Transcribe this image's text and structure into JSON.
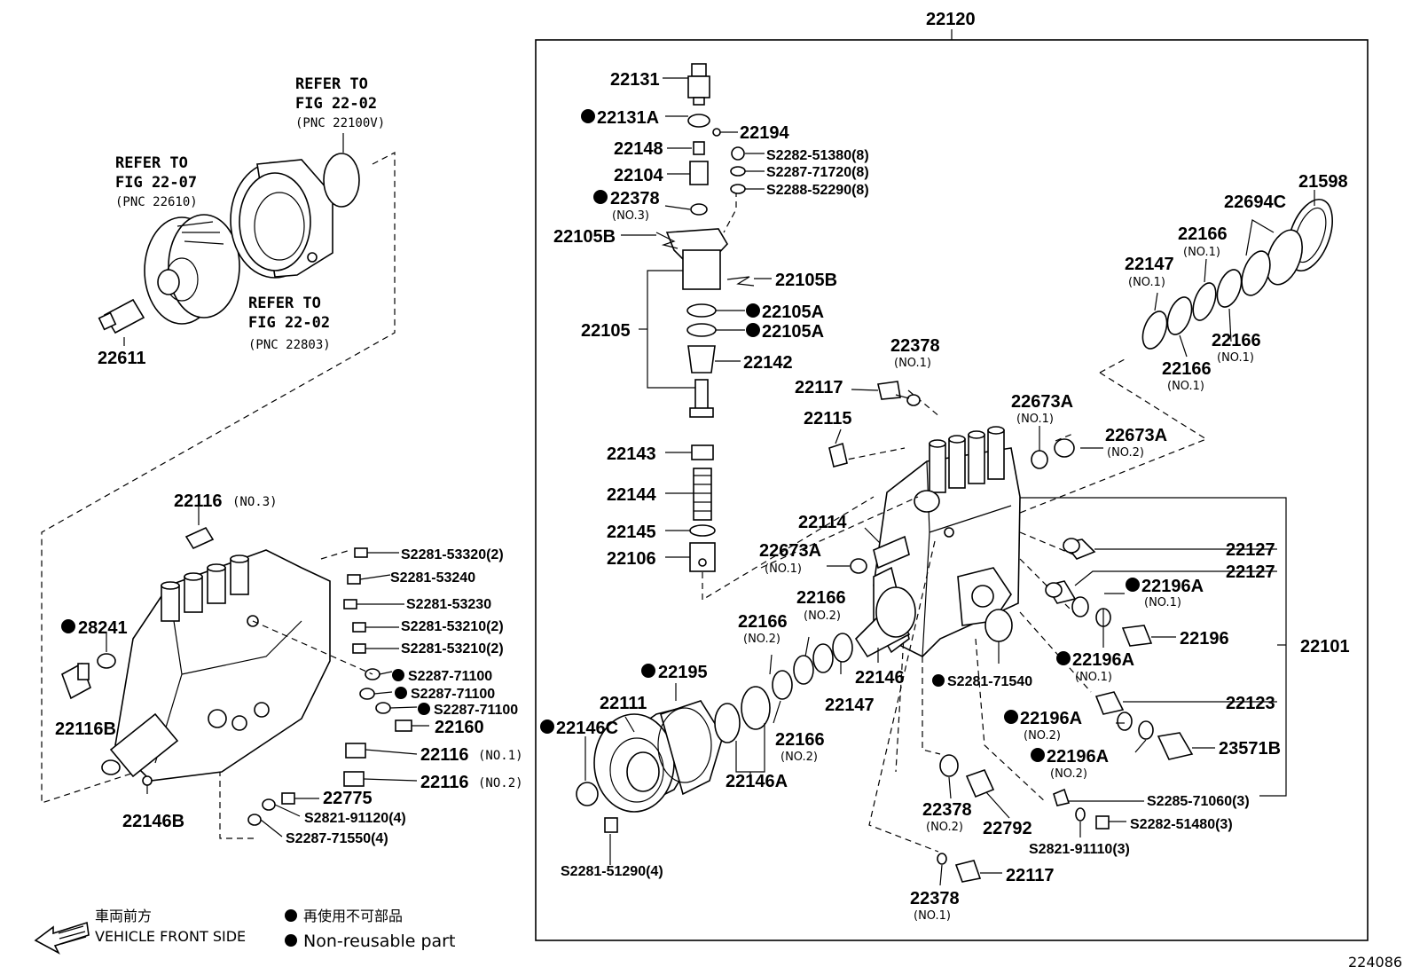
{
  "diagram": {
    "assembly_number": "22120",
    "sub_assembly_number": "22101",
    "figure_code": "224086",
    "refers": [
      {
        "line1": "REFER TO",
        "line2": "FIG 22-02",
        "line3": "(PNC 22100V)"
      },
      {
        "line1": "REFER TO",
        "line2": "FIG 22-07",
        "line3": "(PNC 22610)"
      },
      {
        "line1": "REFER TO",
        "line2": "FIG 22-02",
        "line3": "(PNC 22803)"
      }
    ],
    "labels_left": {
      "p22611": "22611",
      "p22116_3": "22116",
      "p22116_3_sub": "(NO.3)",
      "p28241": "28241",
      "p22116B": "22116B",
      "p22146B": "22146B",
      "s53320": "S2281-53320(2)",
      "s53240": "S2281-53240",
      "s53230": "S2281-53230",
      "s53210a": "S2281-53210(2)",
      "s53210b": "S2281-53210(2)",
      "s71100a": "S2287-71100",
      "s71100b": "S2287-71100",
      "s71100c": "S2287-71100",
      "p22160": "22160",
      "p22116_1": "22116",
      "p22116_1_sub": "(NO.1)",
      "p22116_2": "22116",
      "p22116_2_sub": "(NO.2)",
      "p22775": "22775",
      "s91120": "S2821-91120(4)",
      "s71550": "S2287-71550(4)"
    },
    "labels_main": {
      "p22131": "22131",
      "p22131A": "22131A",
      "p22194": "22194",
      "p22148": "22148",
      "s51380": "S2282-51380(8)",
      "p22104": "22104",
      "s71720": "S2287-71720(8)",
      "s52290": "S2288-52290(8)",
      "p22378_3": "22378",
      "p22378_3_sub": "(NO.3)",
      "p22105B_l": "22105B",
      "p22105B_r": "22105B",
      "p22105A_1": "22105A",
      "p22105A_2": "22105A",
      "p22105": "22105",
      "p22142": "22142",
      "p22143": "22143",
      "p22144": "22144",
      "p22145": "22145",
      "p22106": "22106",
      "p22378_1a": "22378",
      "p22378_1a_sub": "(NO.1)",
      "p22117_a": "22117",
      "p22115": "22115",
      "p22673A_1": "22673A",
      "p22673A_1_sub": "(NO.1)",
      "p22673A_2": "22673A",
      "p22673A_2_sub": "(NO.2)",
      "p22114": "22114",
      "p22673A_3": "22673A",
      "p22673A_3_sub": "(NO.1)",
      "p21598": "21598",
      "p22694C": "22694C",
      "p22166_a": "22166",
      "p22166_a_sub": "(NO.1)",
      "p22147_a": "22147",
      "p22147_a_sub": "(NO.1)",
      "p22166_b": "22166",
      "p22166_b_sub": "(NO.1)",
      "p22166_c": "22166",
      "p22166_c_sub": "(NO.1)",
      "p22127_a": "22127",
      "p22127_b": "22127",
      "p22196A_1": "22196A",
      "p22196A_1_sub": "(NO.1)",
      "p22196": "22196",
      "p22196A_2": "22196A",
      "p22196A_2_sub": "(NO.1)",
      "p22123": "22123",
      "p22196A_3": "22196A",
      "p22196A_3_sub": "(NO.2)",
      "p22196A_4": "22196A",
      "p22196A_4_sub": "(NO.2)",
      "p23571B": "23571B",
      "s71060": "S2285-71060(3)",
      "s51480": "S2282-51480(3)",
      "s91110": "S2821-91110(3)",
      "p22166_d": "22166",
      "p22166_d_sub": "(NO.2)",
      "p22166_e": "22166",
      "p22166_e_sub": "(NO.2)",
      "p22195": "22195",
      "p22111": "22111",
      "p22146C": "22146C",
      "p22146": "22146",
      "p22147_b": "22147",
      "s71540": "S2281-71540",
      "p22166_f": "22166",
      "p22166_f_sub": "(NO.2)",
      "p22146A": "22146A",
      "p22378_2": "22378",
      "p22378_2_sub": "(NO.2)",
      "p22792": "22792",
      "p22117_b": "22117",
      "p22378_1b": "22378",
      "p22378_1b_sub": "(NO.1)",
      "s51290": "S2281-51290(4)"
    },
    "legend": {
      "front_jp": "車両前方",
      "front_en": "VEHICLE FRONT SIDE",
      "nonreuse_jp": "再使用不可部品",
      "nonreuse_en": "Non-reusable part"
    }
  }
}
